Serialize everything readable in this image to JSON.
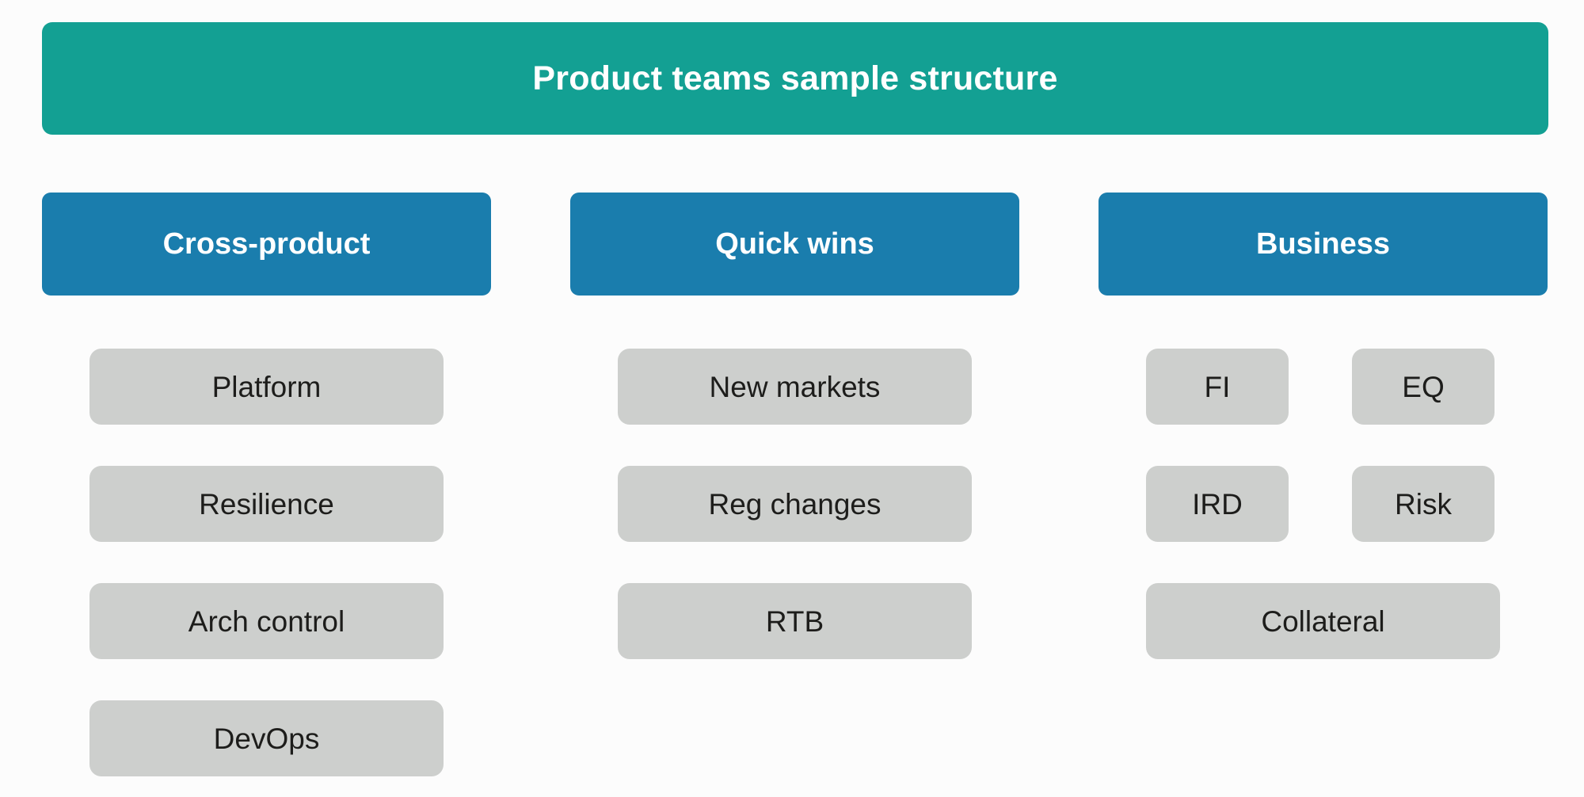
{
  "banner": {
    "title": "Product teams sample structure",
    "background_color": "#13a093",
    "text_color": "#ffffff"
  },
  "theme": {
    "page_background": "#fcfcfc",
    "header_blue": "#1a7dad",
    "item_gray": "#cdcfcd",
    "item_text": "#1d1d1b"
  },
  "columns": [
    {
      "header": "Cross-product",
      "rows": [
        {
          "items": [
            {
              "label": "Platform"
            }
          ]
        },
        {
          "items": [
            {
              "label": "Resilience"
            }
          ]
        },
        {
          "items": [
            {
              "label": "Arch control"
            }
          ]
        },
        {
          "items": [
            {
              "label": "DevOps"
            }
          ]
        }
      ]
    },
    {
      "header": "Quick wins",
      "rows": [
        {
          "items": [
            {
              "label": "New markets"
            }
          ]
        },
        {
          "items": [
            {
              "label": "Reg changes"
            }
          ]
        },
        {
          "items": [
            {
              "label": "RTB"
            }
          ]
        }
      ]
    },
    {
      "header": "Business",
      "rows": [
        {
          "items": [
            {
              "label": "FI",
              "narrow": true
            },
            {
              "label": "EQ",
              "narrow": true
            }
          ]
        },
        {
          "items": [
            {
              "label": "IRD",
              "narrow": true
            },
            {
              "label": "Risk",
              "narrow": true
            }
          ]
        },
        {
          "items": [
            {
              "label": "Collateral"
            }
          ]
        }
      ]
    }
  ]
}
